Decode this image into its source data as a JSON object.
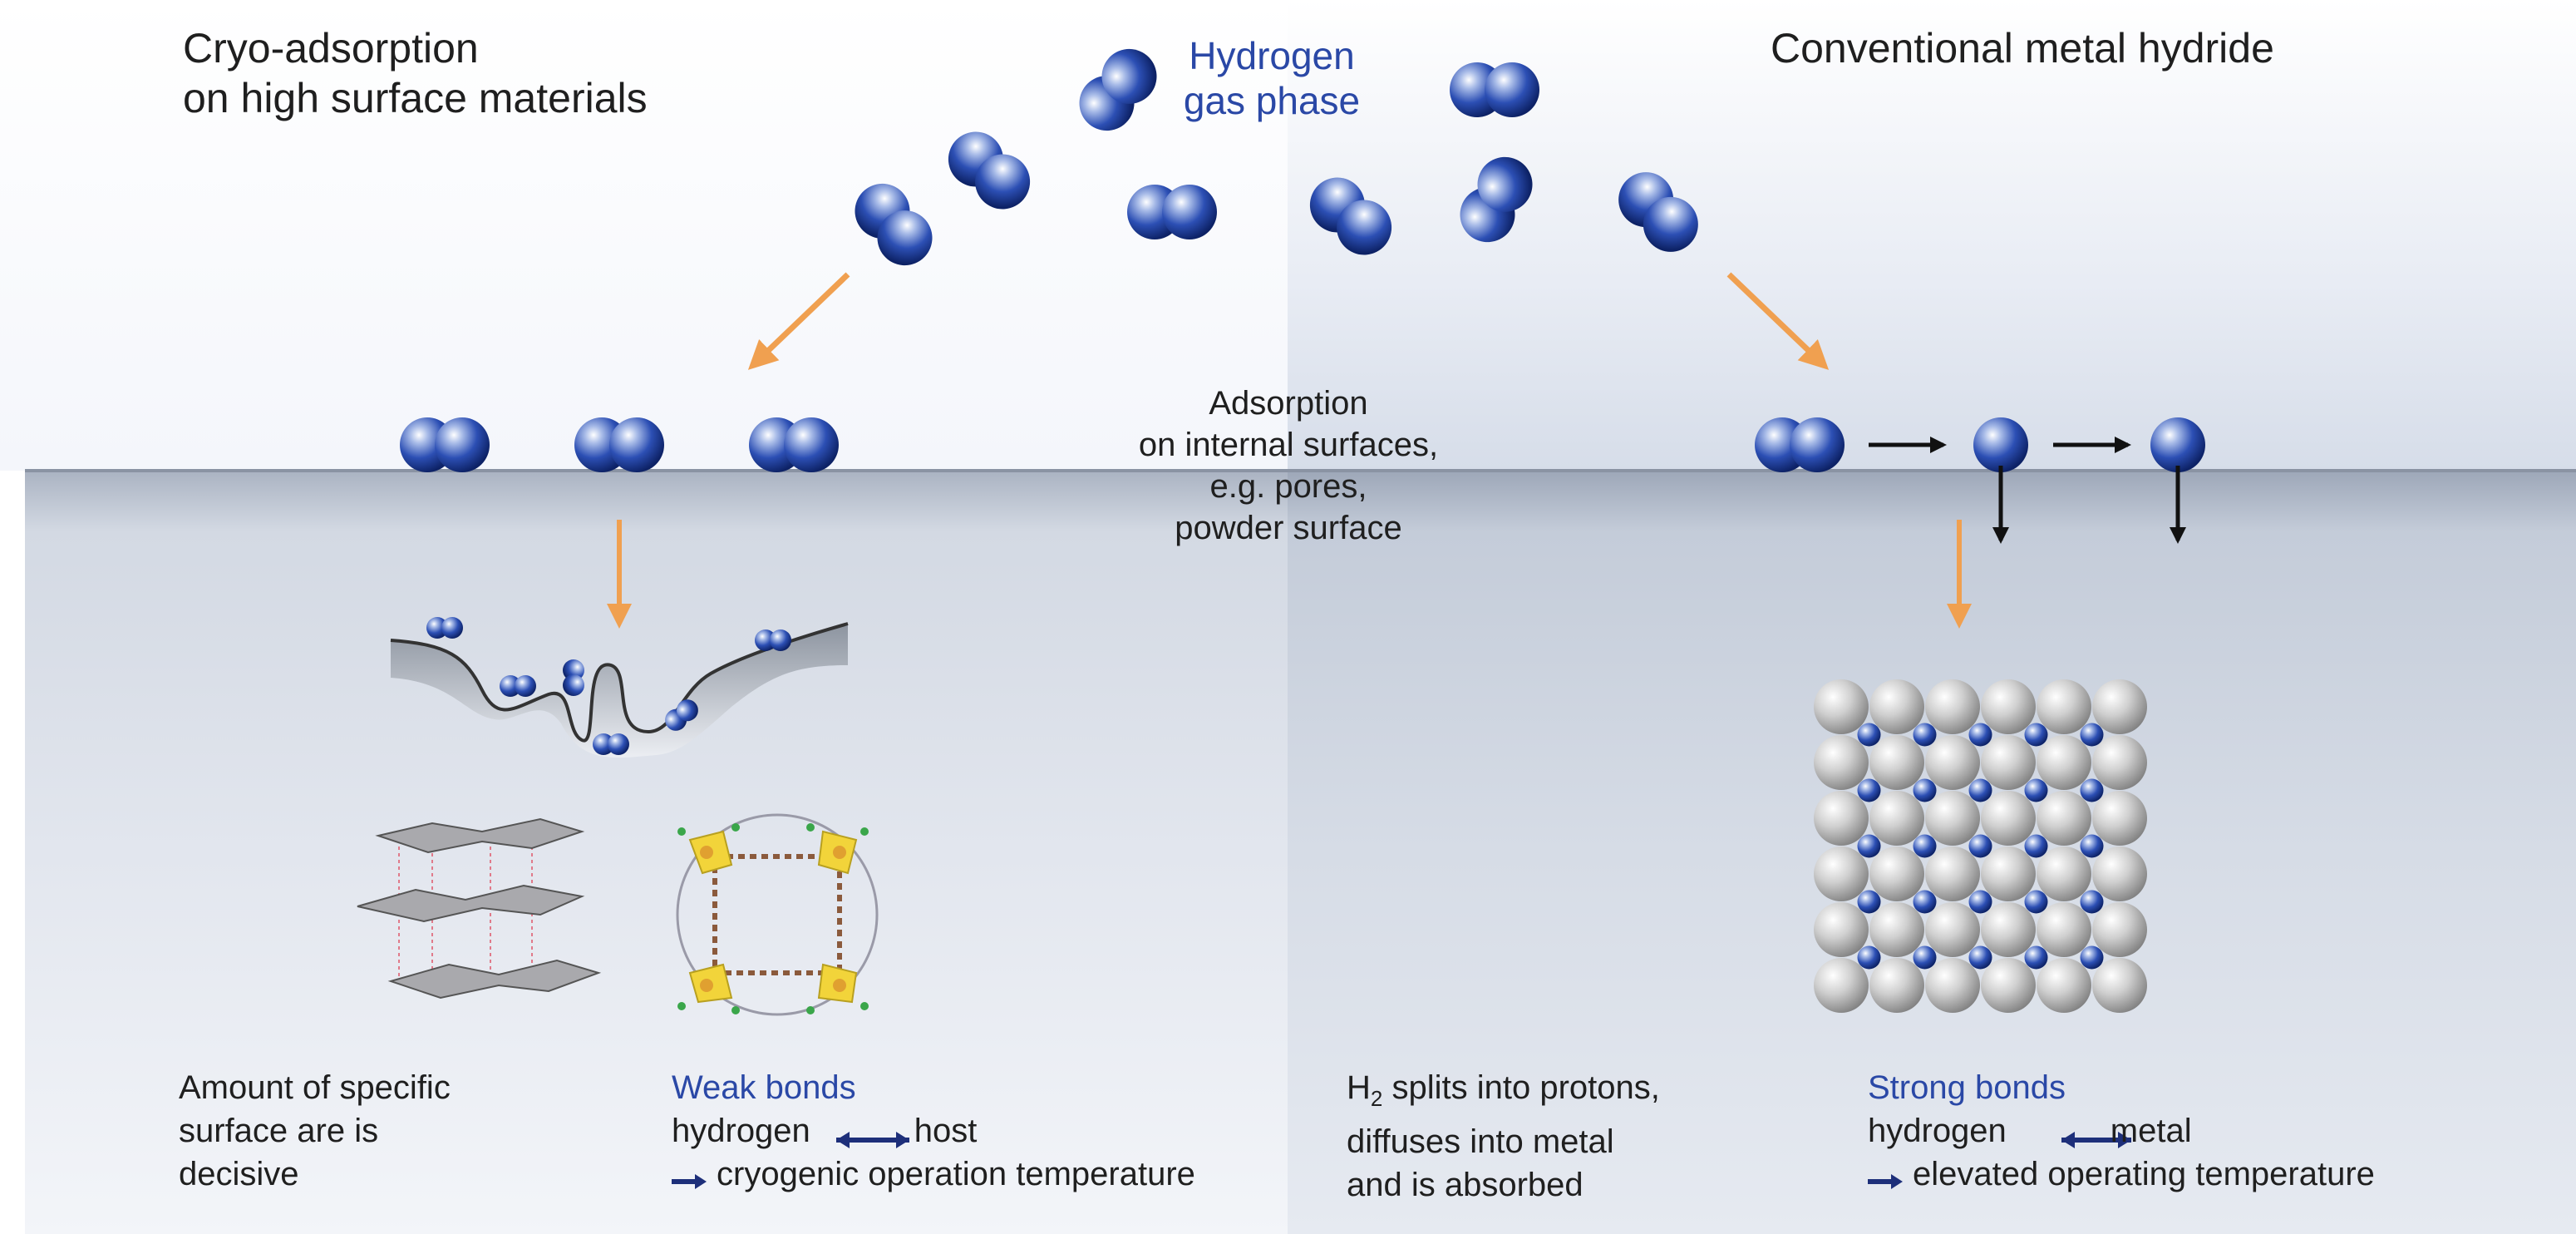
{
  "left_title": [
    "Cryo-adsorption",
    "on high surface materials"
  ],
  "right_title": "Conventional metal hydride",
  "gas_phase_label": [
    "Hydrogen",
    "gas phase"
  ],
  "adsorption_label": [
    "Adsorption",
    "on internal surfaces,",
    "e.g. pores,",
    "powder surface"
  ],
  "left_caption": [
    "Amount of specific",
    "surface are is",
    "decisive"
  ],
  "weak_bonds": {
    "title": "Weak bonds",
    "left": "hydrogen",
    "right": "host",
    "consequence": "cryogenic operation temperature"
  },
  "h2_caption": {
    "h": "H",
    "sub": "2",
    "line1_rest": " splits into protons,",
    "line2": "diffuses into metal",
    "line3": "and is absorbed"
  },
  "strong_bonds": {
    "title": "Strong bonds",
    "left": "hydrogen",
    "right": "metal",
    "consequence": "elevated operating temperature"
  },
  "colors": {
    "hydrogen_blue": "#1d3f9a",
    "arrow_orange": "#f0a050",
    "label_blue": "#2a48a6",
    "metal_grey": "#b8b8b8"
  }
}
